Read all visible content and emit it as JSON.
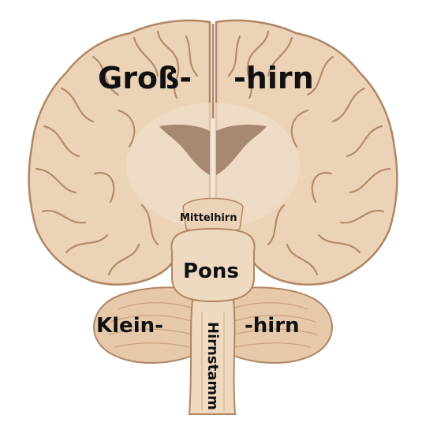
{
  "labels": {
    "cerebrum_left": "Groß-",
    "cerebrum_right": "-hirn",
    "midbrain": "Mittelhirn",
    "pons": "Pons",
    "cerebellum_left": "Klein-",
    "cerebellum_right": "-hirn",
    "brainstem": "Hirnstamm"
  },
  "colors": {
    "tissue": "#ecd3b8",
    "tissue_shadow": "#d9b896",
    "outline": "#b08562",
    "sulcus": "#b48b68",
    "ventricle": "#9a7a63",
    "label_text": "#111111"
  }
}
